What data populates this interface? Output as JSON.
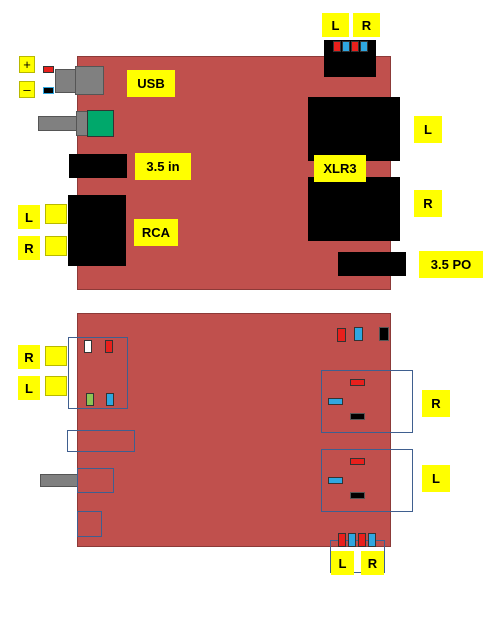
{
  "colors": {
    "board": "#c0504d",
    "label": "#ffff00",
    "connector": "#000000",
    "outline": "#3f5f8f",
    "pin_red": "#e8201c",
    "pin_blue": "#2fa7e0",
    "usb_green": "#00a86b"
  },
  "top_board": {
    "bal_header": {
      "left": "L",
      "right": "R"
    },
    "power_signs": {
      "plus": "+",
      "minus": "–"
    },
    "usb": "USB",
    "in_35": "3.5 in",
    "rca": {
      "label": "RCA",
      "left": "L",
      "right": "R"
    },
    "xlr": {
      "label": "XLR3",
      "left": "L",
      "right": "R"
    },
    "po_35": "3.5 PO"
  },
  "bottom_board": {
    "rca": {
      "right": "R",
      "left": "L"
    },
    "xlr": {
      "right": "R",
      "left": "L"
    },
    "bal_header": {
      "left": "L",
      "right": "R"
    }
  }
}
